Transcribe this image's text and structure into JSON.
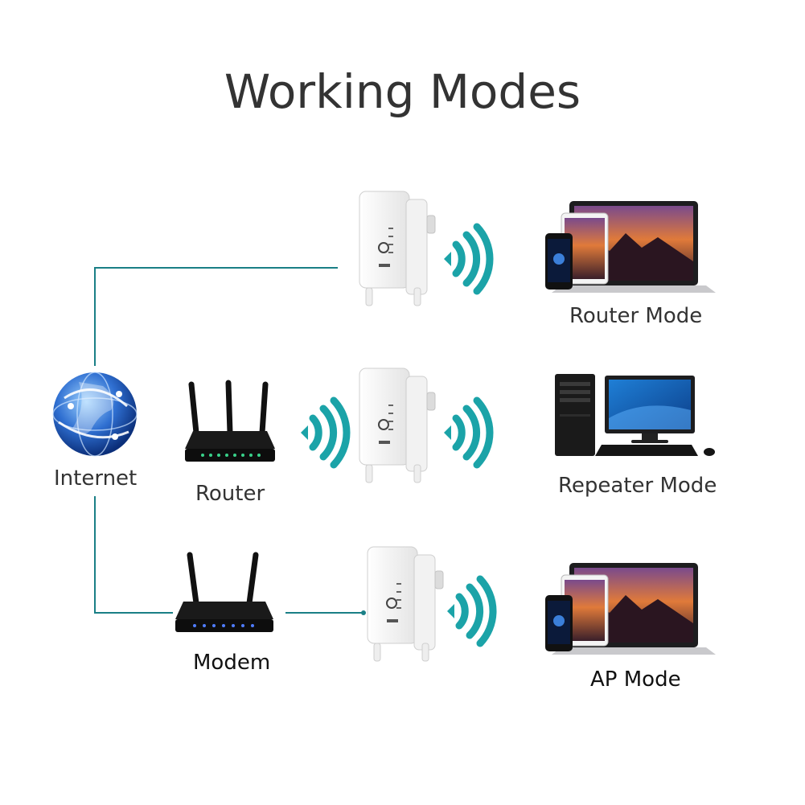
{
  "title": "Working Modes",
  "nodes": {
    "internet": "Internet",
    "router": "Router",
    "modem": "Modem"
  },
  "modes": {
    "router_mode": "Router Mode",
    "repeater_mode": "Repeater Mode",
    "ap_mode": "AP Mode"
  },
  "colors": {
    "line": "#1a7f86",
    "wifi": "#1ba3a8",
    "text": "#333333"
  },
  "icons": [
    "globe-icon",
    "router-icon",
    "modem-icon",
    "extender-icon",
    "wifi-signal-icon",
    "laptop-icon",
    "phone-icon",
    "desktop-pc-icon"
  ]
}
